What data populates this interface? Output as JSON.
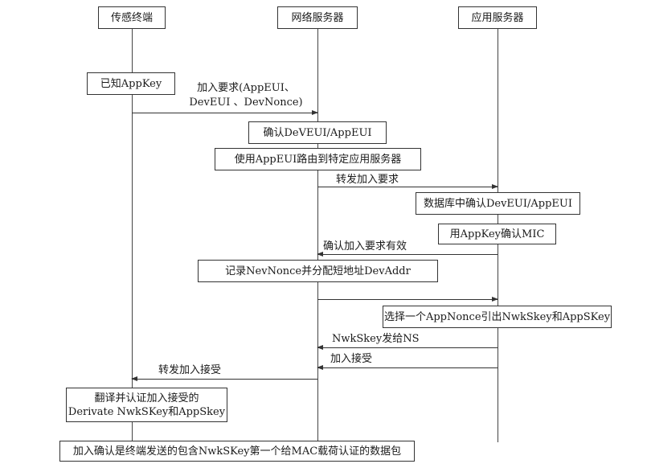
{
  "participants": {
    "sensor": "传感终端",
    "network_server": "网络服务器",
    "app_server": "应用服务器"
  },
  "steps": {
    "known_appkey": "已知AppKey",
    "join_request_line1": "加入要求(AppEUI、",
    "join_request_line2": "DevEUI 、DevNonce)",
    "confirm_deveui": "确认DeVEUI/AppEUI",
    "route_appeui": "使用AppEUI路由到特定应用服务器",
    "forward_join_request": "转发加入要求",
    "db_confirm": "数据库中确认DevEUI/AppEUI",
    "confirm_mic": "用AppKey确认MIC",
    "join_request_valid": "确认加入要求有效",
    "record_nonce": "记录NevNonce并分配短地址DevAddr",
    "select_appnonce": "选择一个AppNonce引出NwkSkey和AppSKey",
    "nwkskey_to_ns": "NwkSkey发给NS",
    "join_accept": "加入接受",
    "forward_join_accept": "转发加入接受",
    "decrypt_line1": "翻译并认证加入接受的",
    "decrypt_line2": "Derivate NwkSKey和AppSkey",
    "footer_note": "加入确认是终端发送的包含NwkSKey第一个给MAC载荷认证的数据包"
  }
}
